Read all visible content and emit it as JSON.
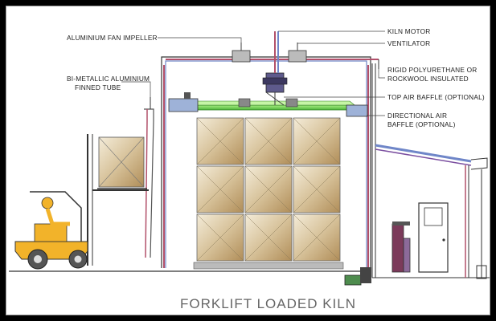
{
  "title": "FORKLIFT LOADED KILN",
  "labels": {
    "fan_impeller": "ALUMINIUM FAN IMPELLER",
    "finned_tube_1": "BI-METALLIC ALUMINIUM",
    "finned_tube_2": "FINNED TUBE",
    "kiln_motor": "KILN MOTOR",
    "ventilator": "VENTILATOR",
    "insulated_1": "RIGID POLYURETHANE OR",
    "insulated_2": "ROCKWOOL INSULATED",
    "top_baffle": "TOP AIR BAFFLE (OPTIONAL)",
    "directional_1": "DIRECTIONAL AIR",
    "directional_2": "BAFFLE (OPTIONAL)"
  },
  "colors": {
    "wood": "#d8c7a3",
    "wood_dark": "#b89a66",
    "forklift": "#f2b32a",
    "baffle": "#7fd65a",
    "duct_red": "#b2506a",
    "duct_purple": "#7b4fa0",
    "wall_blue": "#6f86c8"
  },
  "icons": [
    "forklift-icon",
    "fan-icon",
    "motor-icon",
    "ventilator-icon",
    "door-icon",
    "machine-icon"
  ]
}
